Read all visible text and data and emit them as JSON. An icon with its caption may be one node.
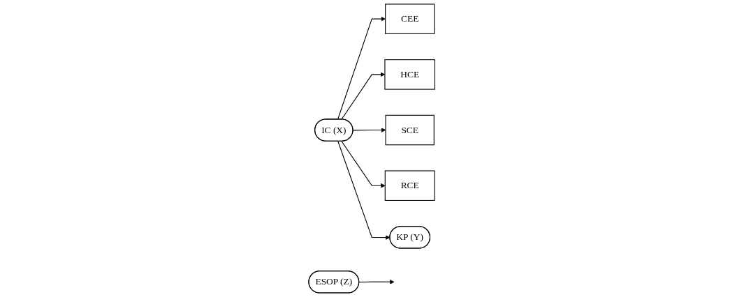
{
  "diagram": {
    "nodes": [
      {
        "text": [
          "CEE"
        ]
      },
      {
        "text": [
          "HCE"
        ]
      },
      {
        "text": [
          "SCE"
        ]
      },
      {
        "text": [
          "RCE"
        ]
      },
      {
        "text": [
          "IC (X)"
        ]
      },
      {
        "text": [
          "KP (Y)"
        ]
      },
      {
        "text": [
          "ESOP (Z)"
        ]
      }
    ],
    "edges": [
      {
        "from": 4,
        "to": 0,
        "arrow": "to"
      },
      {
        "from": 4,
        "to": 1,
        "arrow": "to"
      },
      {
        "from": 4,
        "to": 2,
        "arrow": "to"
      },
      {
        "from": 4,
        "to": 3,
        "arrow": "to"
      },
      {
        "from": 4,
        "to": 5,
        "arrow": "to"
      },
      {
        "from": 6,
        "to": null,
        "arrow": "to"
      }
    ]
  }
}
